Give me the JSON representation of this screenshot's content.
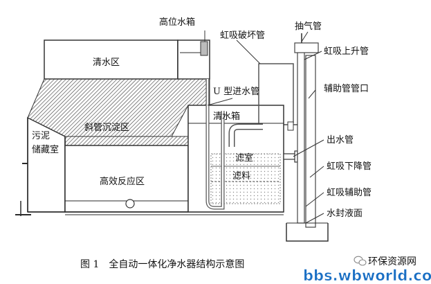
{
  "diagram": {
    "labels": {
      "high_tank": "高位水箱",
      "siphon_break": "虹吸破坏管",
      "exhaust_pipe": "抽气管",
      "siphon_up": "虹吸上升管",
      "clear_zone": "清水区",
      "aux_port": "辅助管管口",
      "u_inlet": "U 型进水管",
      "clear_tank": "清水箱",
      "sludge_1": "污泥",
      "sludge_2": "储藏室",
      "inclined": "斜管沉淀区",
      "outlet": "出水管",
      "filter_room": "滤室",
      "filter_media": "滤料",
      "siphon_down": "虹吸下降管",
      "reaction": "高效反应区",
      "siphon_aux": "虹吸辅助管",
      "seal_level": "水封液面"
    },
    "caption": "图 1　全自动一体化净水器结构示意图"
  },
  "watermark": {
    "icon": "wechat-icon",
    "brand": "环保资源网",
    "url": "bbs.wbworld.com",
    "color": "#1a6fc4"
  }
}
